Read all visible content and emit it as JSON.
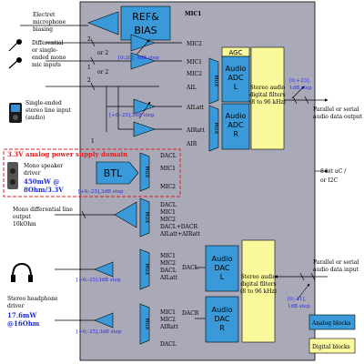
{
  "labels": {
    "electret": [
      "Electret",
      "microphone",
      "biasing"
    ],
    "diff_mic": [
      "Differential",
      "or single-",
      "ended mono",
      "mic inputs"
    ],
    "single_ended": [
      "Single-ended",
      "stereo line input",
      "(audio)"
    ],
    "power_domain": "3.3V analog power supply domain",
    "mono_spk": [
      "Mono speaker",
      "driver"
    ],
    "mono_spk_spec": [
      "450mW @",
      "8Ohm/3.3V"
    ],
    "mono_diff": [
      "Mono differential line",
      "output",
      "10kOhm"
    ],
    "hp_driver": [
      "Stereo headphone",
      "driver"
    ],
    "hp_spec": [
      "17.6mW",
      "@16Ohm"
    ],
    "or2_a": "or 2",
    "or2_b": "or 2",
    "num_1": "1",
    "num_2": "2"
  },
  "blocks": {
    "ref_bias": [
      "REF&",
      "BIAS"
    ],
    "mic1": "MIC1",
    "agc": "AGC",
    "adc_l": [
      "Audio",
      "ADC",
      "L"
    ],
    "adc_r": [
      "Audio",
      "ADC",
      "R"
    ],
    "mux": "MUX",
    "btl": "BTL",
    "dac_l": [
      "Audio",
      "DAC",
      "L"
    ],
    "dac_r": [
      "Audio",
      "DAC",
      "R"
    ],
    "adc_filter": [
      "Stereo audio",
      "digital filters",
      "(8 to 96 kHz)"
    ],
    "dac_filter": [
      "Stereo audio",
      "digital filters",
      "(8 to 96 kHz)"
    ]
  },
  "signals": {
    "mic2_a": "MIC2",
    "mic1_a": "MIC1",
    "mic2_b": "MIC2",
    "ail": "AIL",
    "ailatt": "AILatt",
    "air": "AIR",
    "airatt": "AIRatt",
    "mux_adc_l": [
      "MIC1",
      "MIC2",
      "AIL"
    ],
    "mux_adc_r": [
      "MIC1",
      "AIRatt",
      "AIR"
    ],
    "btl_mux": [
      "DACL",
      "MIC1",
      "MIC2"
    ],
    "mono_mux": [
      "DACL",
      "MIC1",
      "MIC2",
      "DACL+DACR",
      "AILatt+AIRatt"
    ],
    "hp_mux_l": [
      "MIC1",
      "MIC2",
      "DACL",
      "AILatt"
    ],
    "hp_mux_r": [
      "MIC1",
      "MIC2",
      "AIRatt",
      "DACL"
    ],
    "dacl": "DACL",
    "dacr": "DACR"
  },
  "gains": {
    "mic_gain": "[0;20], 4dB step",
    "line_gain": "[+6;-25],3dB step",
    "btl_gain": "[+6;-25],3dB step",
    "adc_gain": "[0;+23], 1dB step",
    "hp_gain_l": "[+6;-25]",
    "hp_gain_l2": "3dB step",
    "hp_gain_r": "[+6;-25],3dB step",
    "dac_gain": "[0;-31], 1dB step"
  },
  "interfaces": {
    "out_serial": [
      "Parallel or serial",
      "audio data output"
    ],
    "ctrl": [
      "8-bit uC /",
      "or I2C"
    ],
    "in_serial": [
      "Parallel or serial",
      "audio data input"
    ]
  },
  "legend": {
    "analog": "Analog blocks",
    "digital": "Digital blocks"
  },
  "colors": {
    "chip_bg": "#a9a9b8",
    "analog_blue": "#3a9ad9",
    "digital_yellow": "#fafa9c",
    "red": "#e02020",
    "blue_text": "#2b2bd6"
  }
}
